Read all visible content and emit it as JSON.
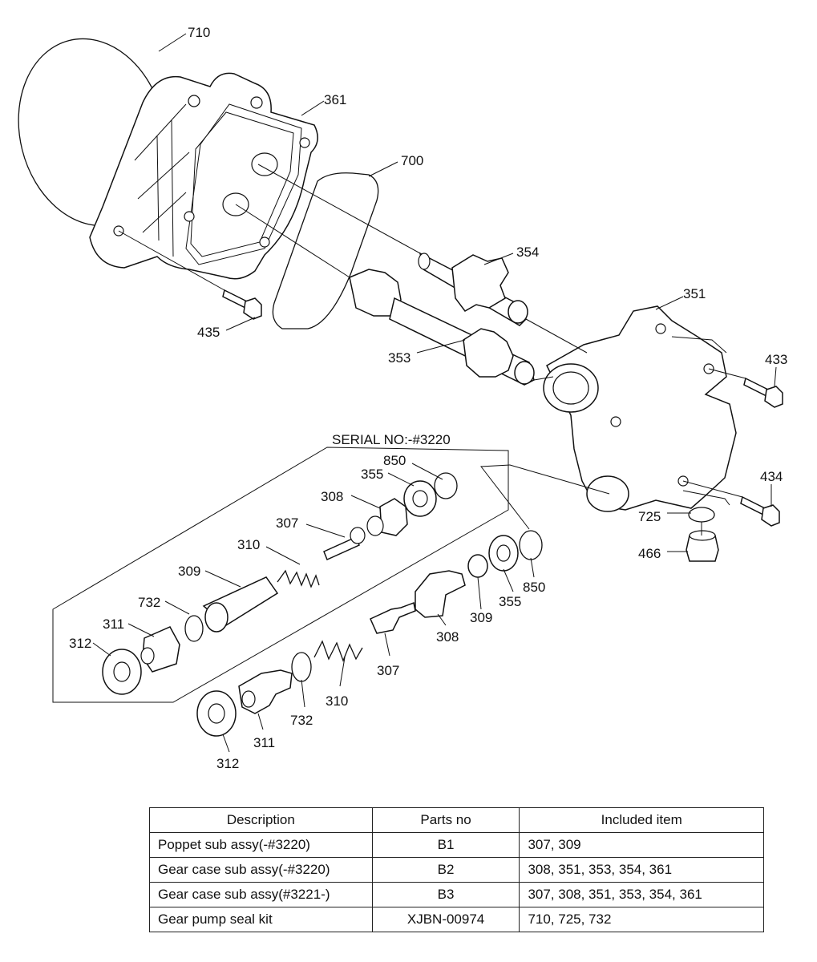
{
  "serial_label": "SERIAL NO:-#3220",
  "callouts": {
    "c710": "710",
    "c361": "361",
    "c700": "700",
    "c354": "354",
    "c351": "351",
    "c435": "435",
    "c353": "353",
    "c433": "433",
    "c434": "434",
    "c725": "725",
    "c466": "466",
    "c850a": "850",
    "c355a": "355",
    "c308a": "308",
    "c307a": "307",
    "c310a": "310",
    "c309a": "309",
    "c732a": "732",
    "c311a": "311",
    "c312a": "312",
    "c850b": "850",
    "c355b": "355",
    "c309b": "309",
    "c308b": "308",
    "c307b": "307",
    "c310b": "310",
    "c732b": "732",
    "c311b": "311",
    "c312b": "312"
  },
  "table": {
    "headers": [
      "Description",
      "Parts no",
      "Included item"
    ],
    "rows": [
      {
        "description": "Poppet sub assy(-#3220)",
        "parts_no": "B1",
        "included": "307, 309"
      },
      {
        "description": "Gear case sub assy(-#3220)",
        "parts_no": "B2",
        "included": "308, 351, 353, 354, 361"
      },
      {
        "description": "Gear case sub assy(#3221-)",
        "parts_no": "B3",
        "included": "307, 308, 351, 353, 354, 361"
      },
      {
        "description": "Gear pump seal kit",
        "parts_no": "XJBN-00974",
        "included": "710, 725, 732"
      }
    ]
  }
}
